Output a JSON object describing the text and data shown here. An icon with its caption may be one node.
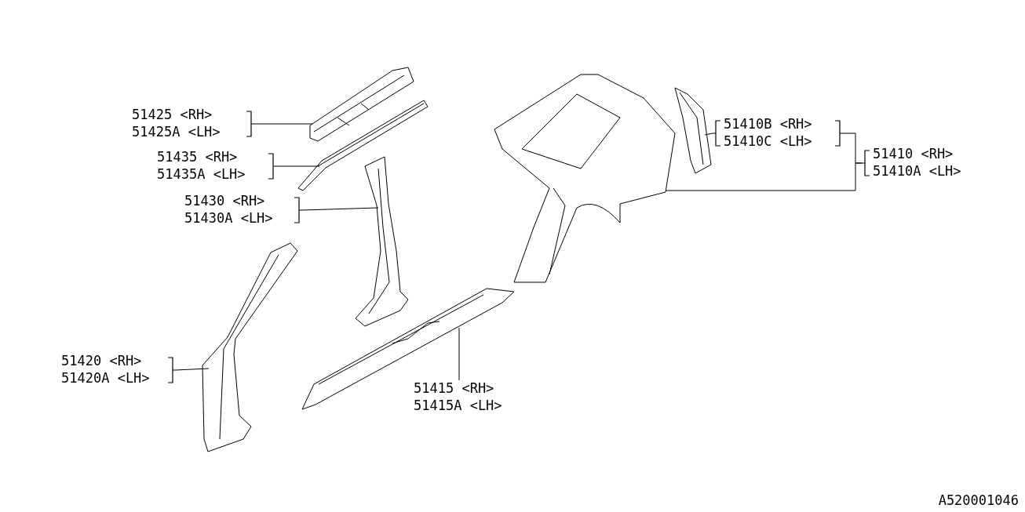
{
  "diagram": {
    "nodes": [
      {
        "text": [
          "51425 <RH>",
          "51425A <LH>"
        ]
      },
      {
        "text": [],
        "shape": "picture"
      },
      {
        "text": [
          "51435 <RH>",
          "51435A <LH>"
        ]
      },
      {
        "text": [],
        "shape": "picture"
      },
      {
        "text": [
          "51430 <RH>",
          "51430A <LH>"
        ]
      },
      {
        "text": [],
        "shape": "picture"
      },
      {
        "text": [
          "51420 <RH>",
          "51420A <LH>"
        ]
      },
      {
        "text": [],
        "shape": "picture"
      },
      {
        "text": [
          "51415 <RH>",
          "51415A <LH>"
        ]
      },
      {
        "text": [],
        "shape": "picture"
      },
      {
        "text": [
          "51410B <RH>",
          "51410C <LH>"
        ]
      },
      {
        "text": [],
        "shape": "picture"
      },
      {
        "text": [
          "51410 <RH>",
          "51410A <LH>"
        ]
      },
      {
        "text": [],
        "shape": "picture"
      }
    ],
    "edges": [
      {
        "from": 0,
        "to": 1,
        "arrow": "none"
      },
      {
        "from": 2,
        "to": 3,
        "arrow": "none"
      },
      {
        "from": 4,
        "to": 5,
        "arrow": "none"
      },
      {
        "from": 6,
        "to": 7,
        "arrow": "none"
      },
      {
        "from": 8,
        "to": 9,
        "arrow": "none"
      },
      {
        "from": 10,
        "to": 11,
        "arrow": "none"
      },
      {
        "from": 10,
        "to": 12,
        "arrow": "none"
      },
      {
        "from": 12,
        "to": 13,
        "arrow": "none"
      }
    ],
    "labels": [
      "A520001046"
    ]
  }
}
